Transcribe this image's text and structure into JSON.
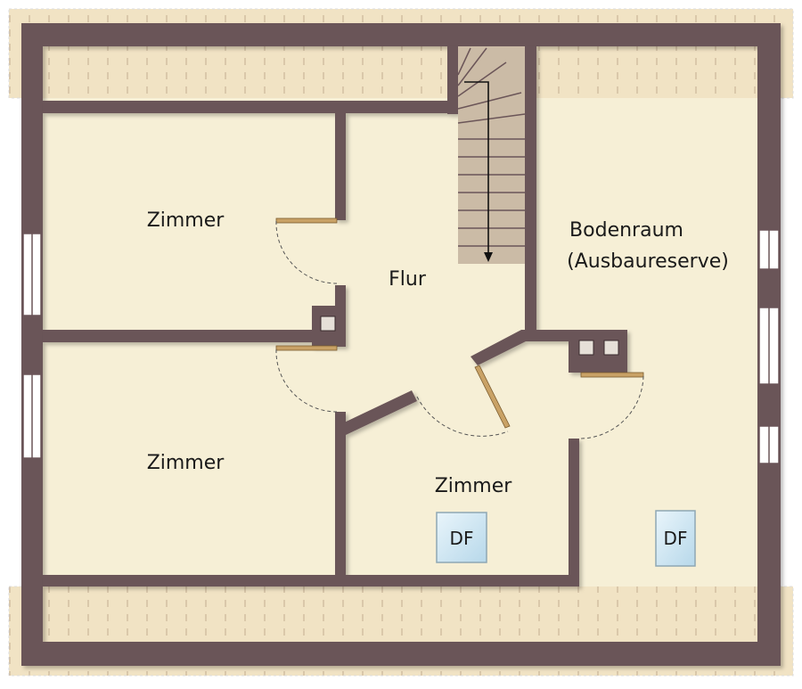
{
  "rooms": {
    "zimmer_top_left": "Zimmer",
    "zimmer_bottom_left": "Zimmer",
    "zimmer_center": "Zimmer",
    "flur": "Flur",
    "bodenraum_line1": "Bodenraum",
    "bodenraum_line2": "(Ausbaureserve)"
  },
  "skylights": {
    "center": "DF",
    "right": "DF"
  },
  "colors": {
    "wall": "#6b5558",
    "floor": "#f6efd6",
    "eave": "#f1e3c4",
    "door": "#c9a266",
    "window": "#ffffff",
    "skylight": "#cfe6f3",
    "stair": "#cbbba6"
  }
}
